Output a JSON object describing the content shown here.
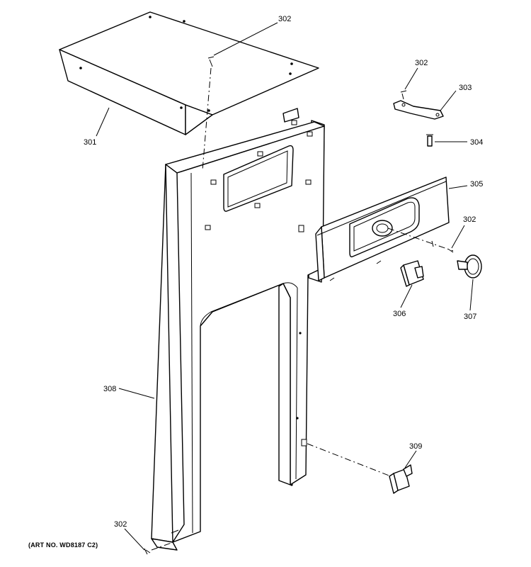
{
  "art_number": "(ART NO. WD8187 C2)",
  "callouts": {
    "c301": "301",
    "c302_top": "302",
    "c302_bracket": "302",
    "c303": "303",
    "c304": "304",
    "c305": "305",
    "c302_knob": "302",
    "c306": "306",
    "c307": "307",
    "c308": "308",
    "c309": "309",
    "c302_bottom": "302"
  }
}
